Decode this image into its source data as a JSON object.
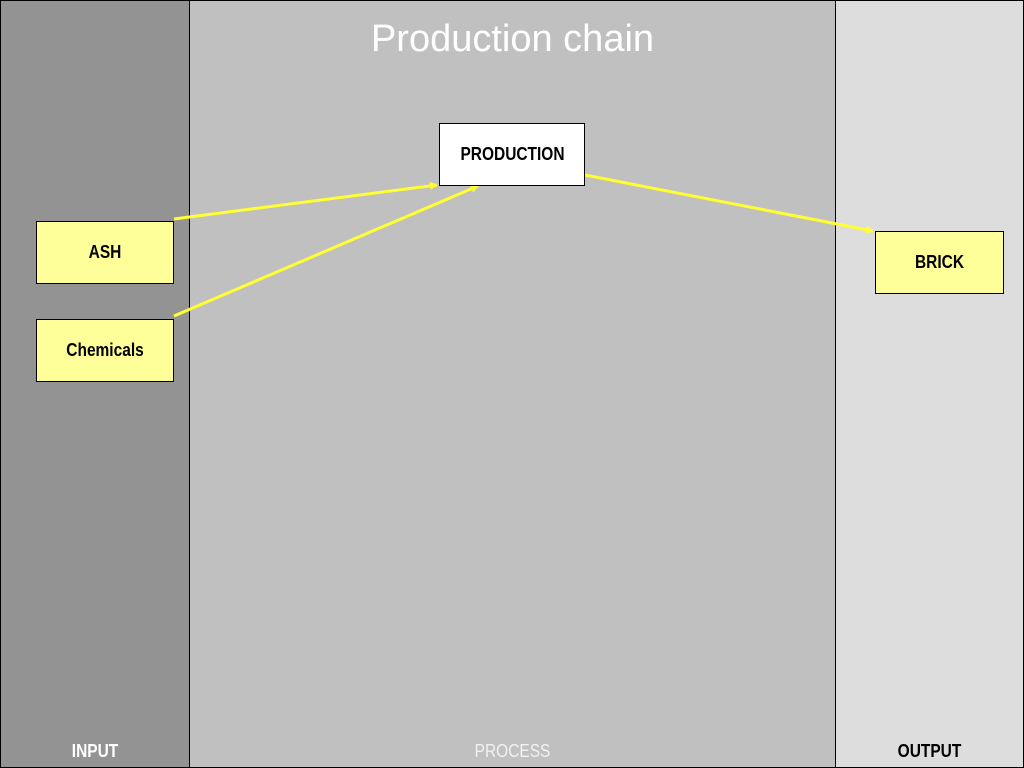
{
  "title": "Production chain",
  "columns": {
    "input": "INPUT",
    "process": "PROCESS",
    "output": "OUTPUT"
  },
  "nodes": {
    "production": "PRODUCTION",
    "ash": "ASH",
    "chemicals": "Chemicals",
    "brick": "BRICK"
  },
  "edges": [
    {
      "from": "ash",
      "to": "production"
    },
    {
      "from": "chemicals",
      "to": "production"
    },
    {
      "from": "production",
      "to": "brick"
    }
  ],
  "colors": {
    "input_column": "#939393",
    "process_column": "#c0c0c0",
    "output_column": "#dddddd",
    "input_box": "#ffff99",
    "process_box": "#ffffff",
    "arrow": "#ffff33"
  }
}
